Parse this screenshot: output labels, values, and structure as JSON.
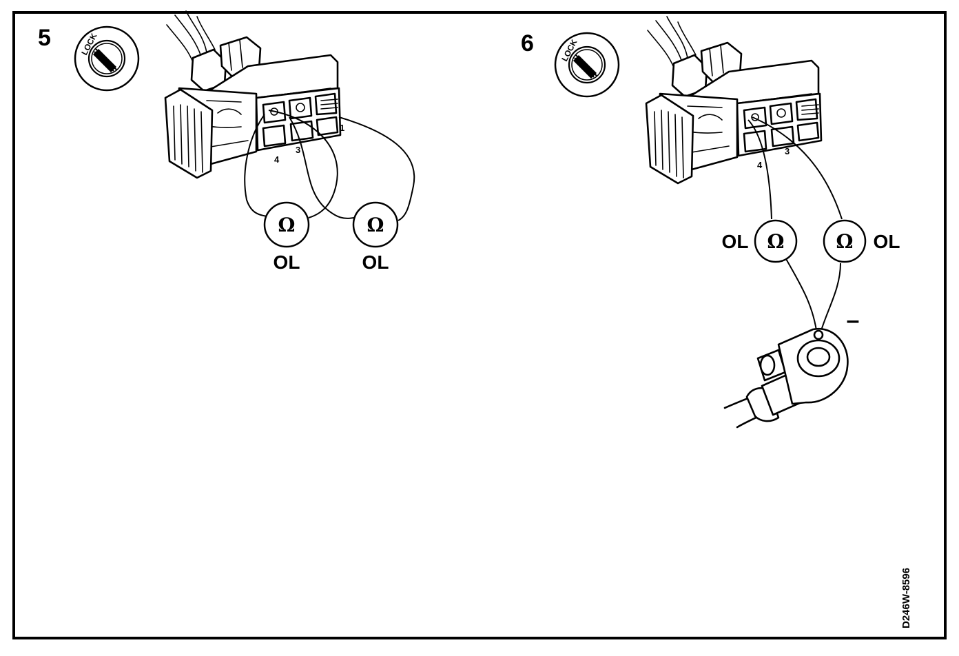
{
  "panel_5": {
    "step_number": "5",
    "switch_label": "LOCK",
    "pins": [
      "4",
      "3",
      "1"
    ],
    "meter_symbol": "Ω",
    "readings": [
      "OL",
      "OL"
    ]
  },
  "panel_6": {
    "step_number": "6",
    "switch_label": "LOCK",
    "pins": [
      "4",
      "3"
    ],
    "meter_symbol": "Ω",
    "readings": [
      "OL",
      "OL"
    ],
    "ground_sign": "–"
  },
  "figure_code": "D246W-8596"
}
